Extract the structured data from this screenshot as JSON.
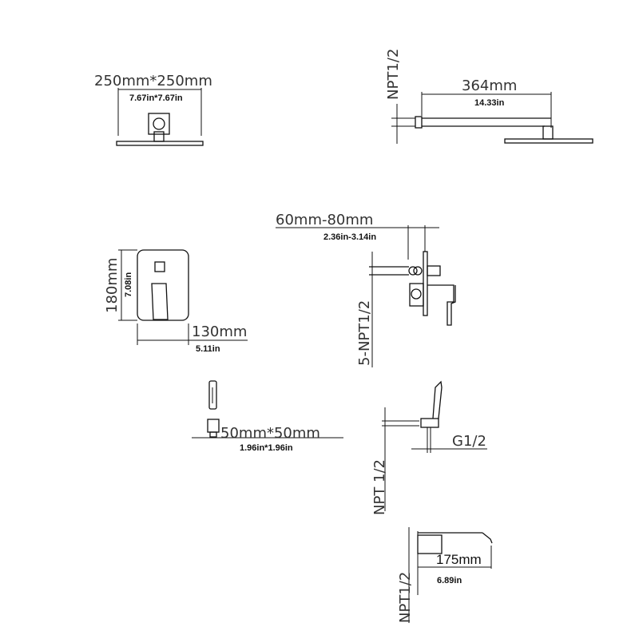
{
  "shower_head_front": {
    "mm": "250mm*250mm",
    "inch": "7.67in*7.67in"
  },
  "shower_arm_side": {
    "thread": "NPT1/2",
    "mm": "364mm",
    "inch": "14.33in"
  },
  "valve_side": {
    "mm": "60mm-80mm",
    "inch": "2.36in-3.14in",
    "thread": "5-NPT1/2"
  },
  "trim_plate": {
    "height_mm": "180mm",
    "height_inch": "7.08in",
    "width_mm": "130mm",
    "width_inch": "5.11in"
  },
  "hand_shower": {
    "mm": "50mm*50mm",
    "inch": "1.96in*1.96in"
  },
  "hand_shower_side": {
    "thread_outlet": "G1/2",
    "thread_inlet": "NPT 1/2"
  },
  "tub_spout": {
    "mm": "175mm",
    "inch": "6.89in",
    "thread": "NPT1/2"
  },
  "colors": {
    "line": "#111111",
    "text": "#333333"
  }
}
